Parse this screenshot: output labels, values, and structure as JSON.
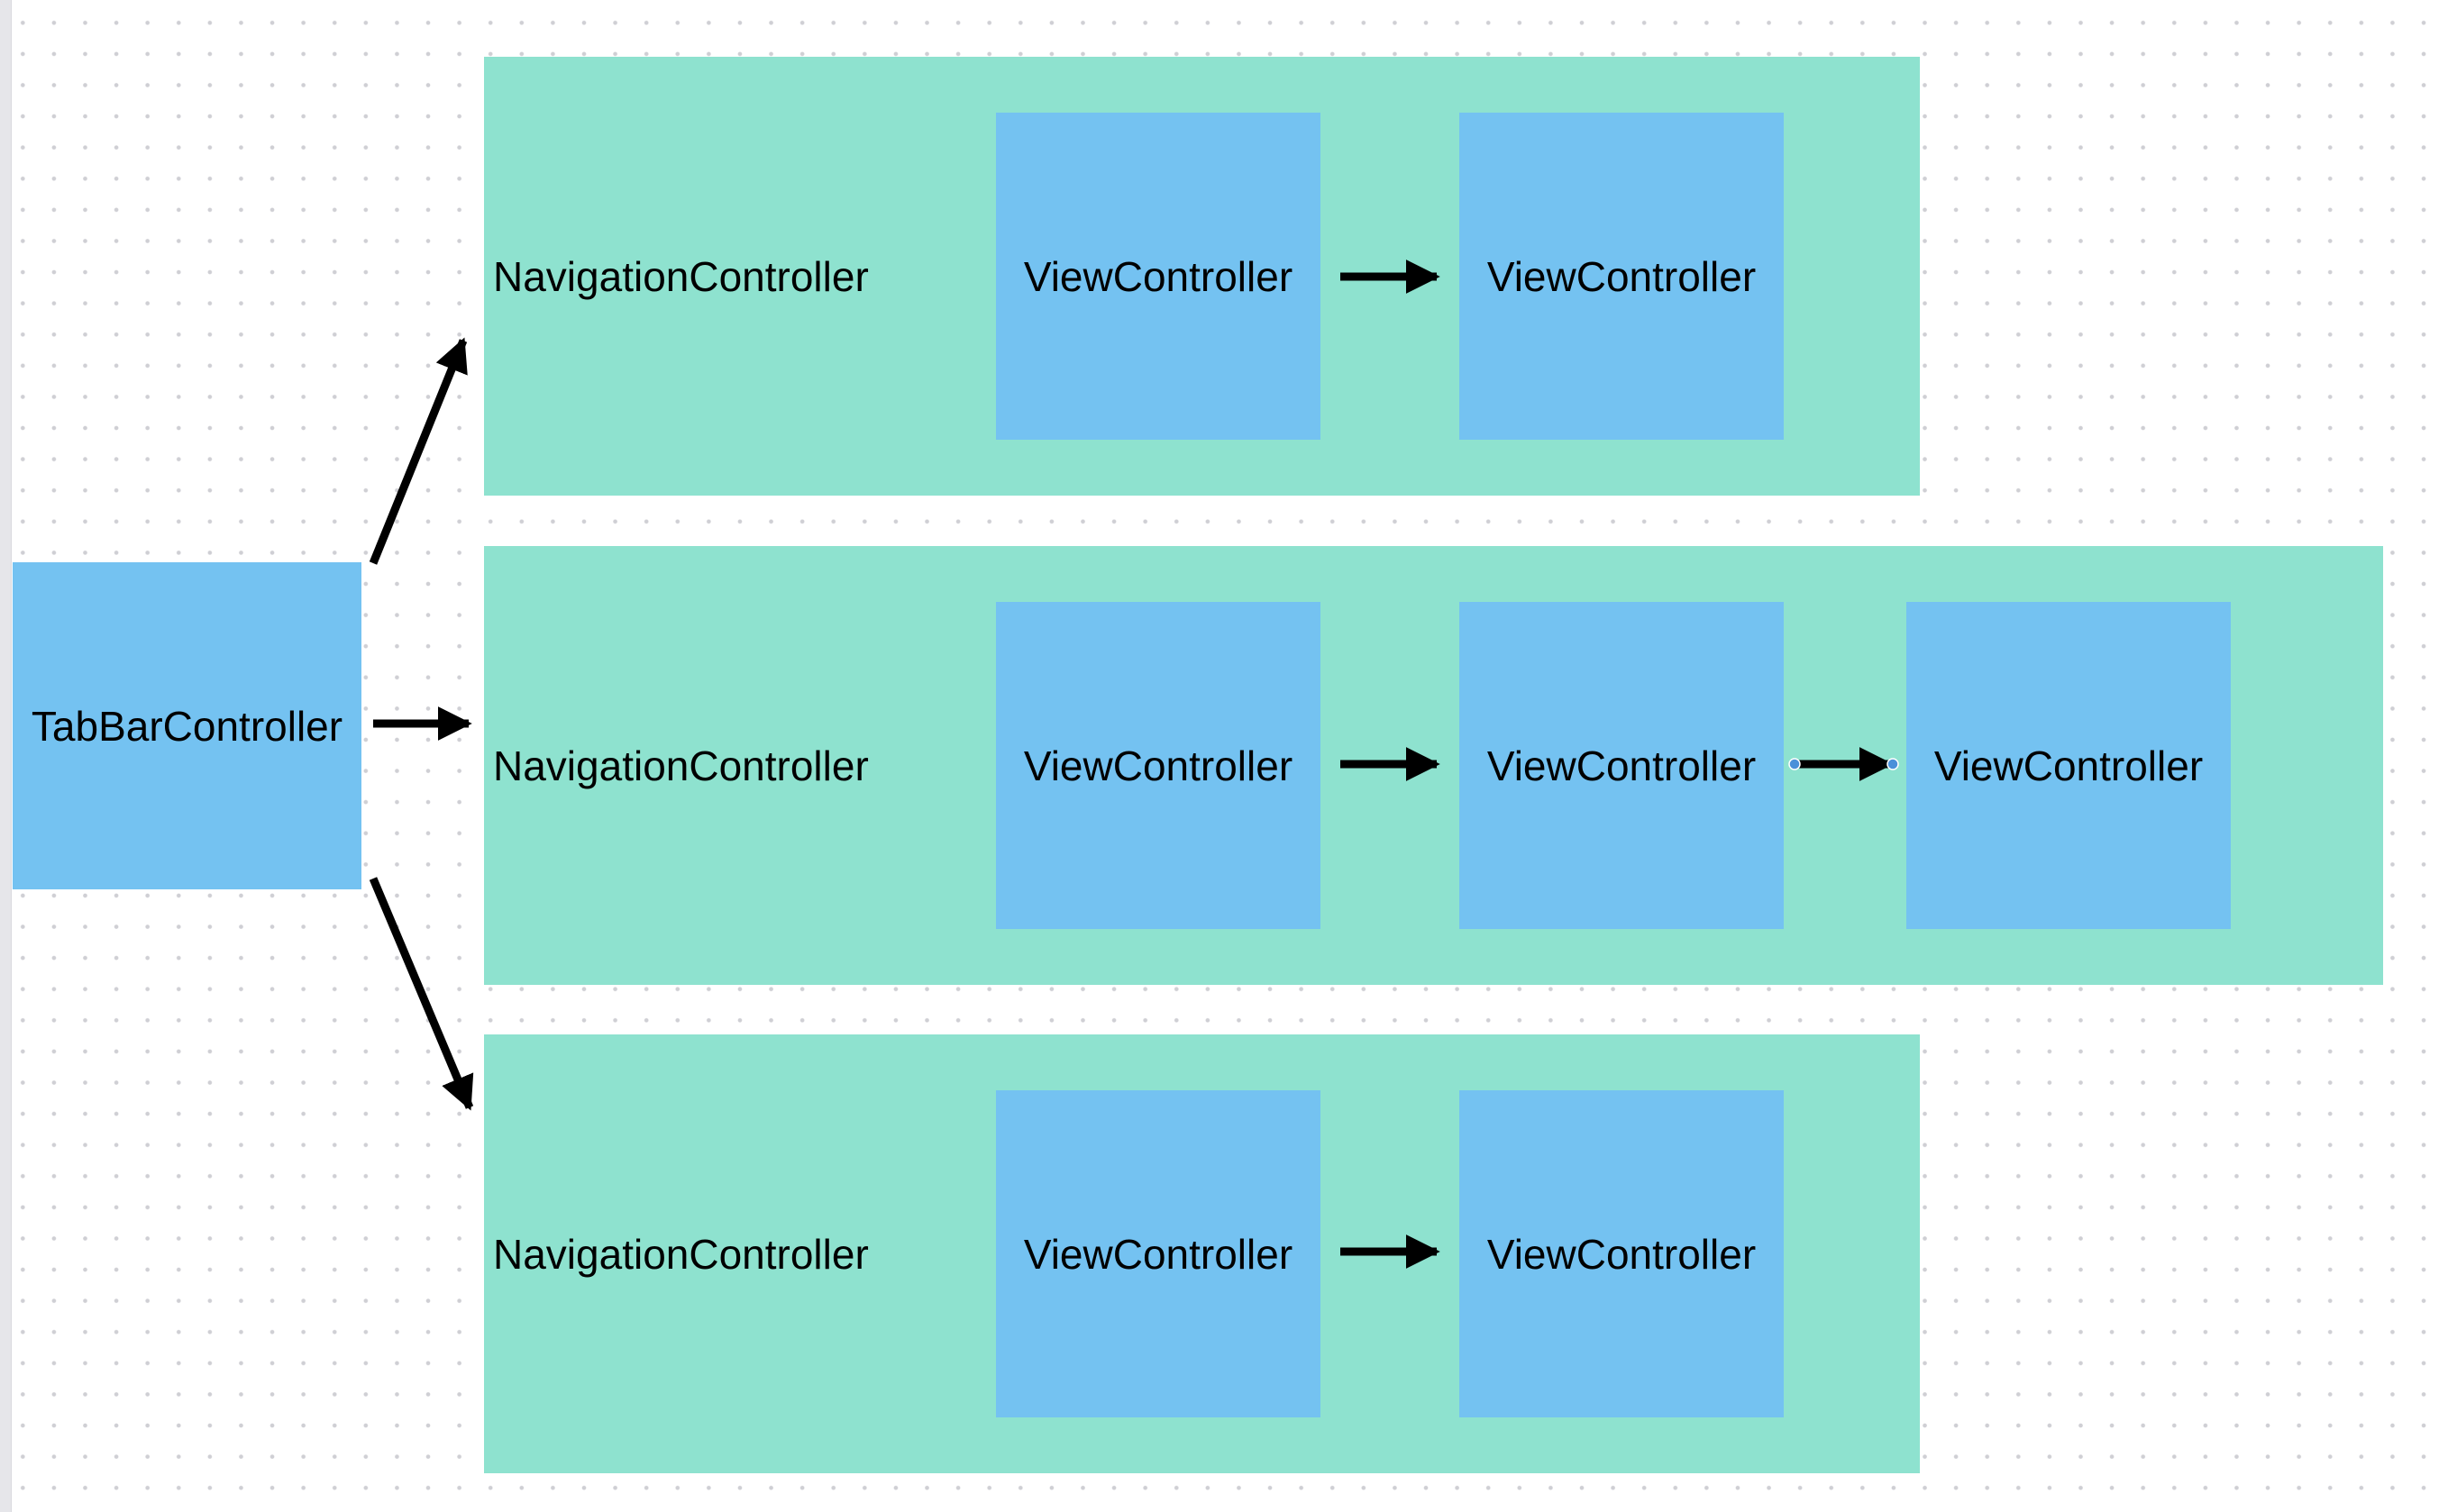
{
  "diagram": {
    "root": {
      "label": "TabBarController"
    },
    "stacks": [
      {
        "label": "NavigationController",
        "view_controllers": [
          {
            "label": "ViewController"
          },
          {
            "label": "ViewController"
          }
        ]
      },
      {
        "label": "NavigationController",
        "view_controllers": [
          {
            "label": "ViewController"
          },
          {
            "label": "ViewController"
          },
          {
            "label": "ViewController"
          }
        ]
      },
      {
        "label": "NavigationController",
        "view_controllers": [
          {
            "label": "ViewController"
          },
          {
            "label": "ViewController"
          }
        ]
      }
    ]
  },
  "colors": {
    "navigation_controller_fill": "#8ee2cf",
    "view_controller_fill": "#74c2f1",
    "arrow": "#000000",
    "selection_handle": "#4a90d9"
  }
}
